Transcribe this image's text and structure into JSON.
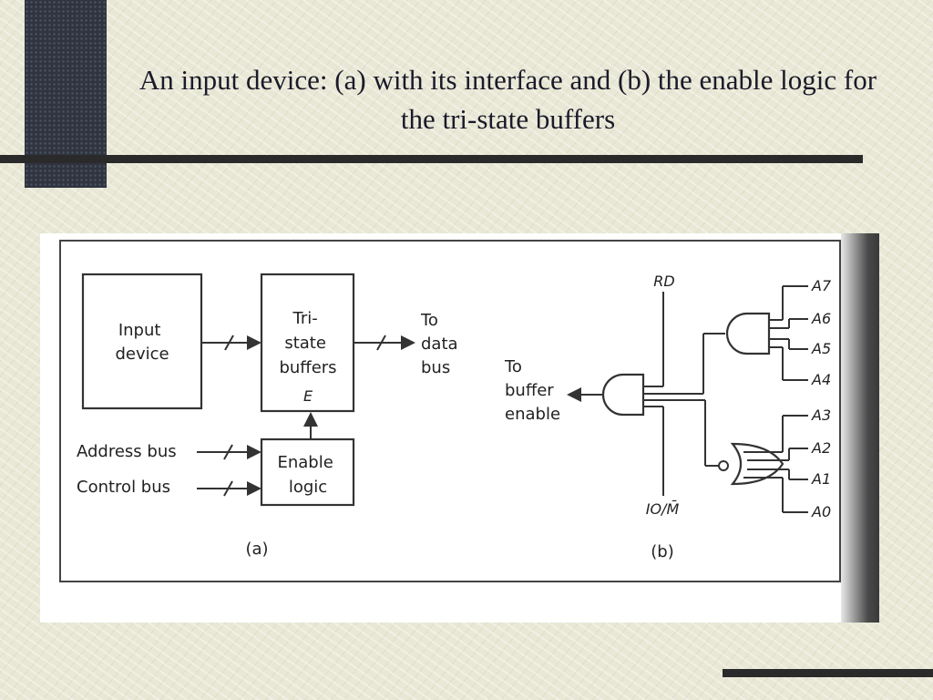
{
  "title": "An input device: (a) with its interface and (b) the enable logic for the tri-state buffers",
  "diagram_a": {
    "input_device": [
      "Input",
      "device"
    ],
    "tristate_buffers": [
      "Tri-",
      "state",
      "buffers"
    ],
    "enable_pin": "E",
    "to_data_bus": [
      "To",
      "data",
      "bus"
    ],
    "enable_logic": [
      "Enable",
      "logic"
    ],
    "address_bus": "Address bus",
    "control_bus": "Control bus",
    "caption": "(a)"
  },
  "diagram_b": {
    "rd": "RD",
    "io_m": "IO/M̄",
    "to_buffer_enable": [
      "To",
      "buffer",
      "enable"
    ],
    "address_lines": [
      "A7",
      "A6",
      "A5",
      "A4",
      "A3",
      "A2",
      "A1",
      "A0"
    ],
    "caption": "(b)"
  }
}
